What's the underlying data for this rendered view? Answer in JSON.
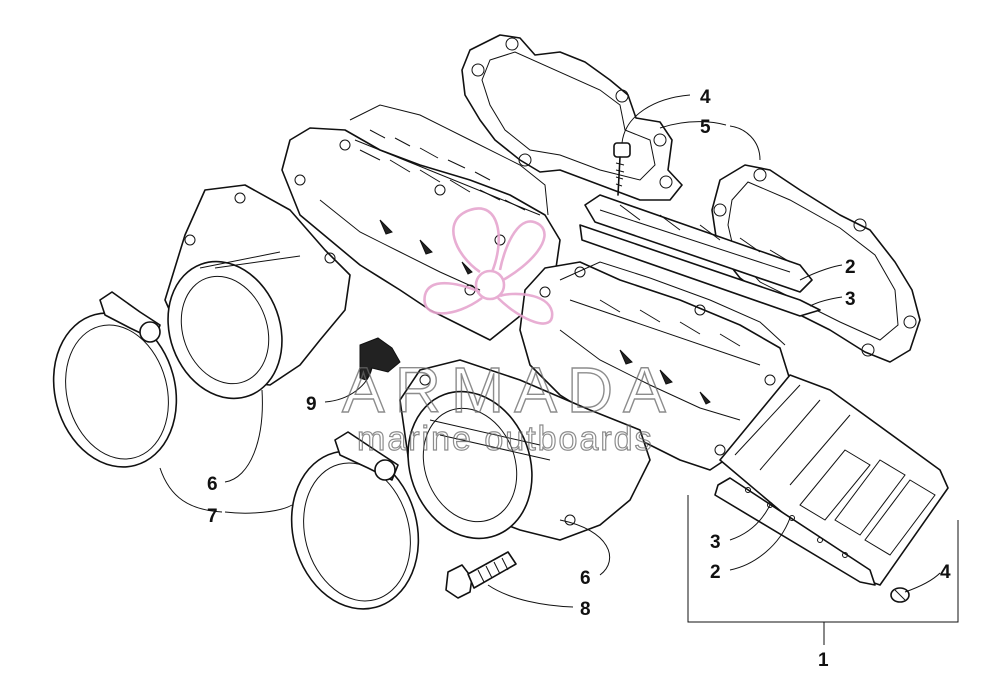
{
  "callouts": [
    {
      "id": "c1",
      "text": "1"
    },
    {
      "id": "c2a",
      "text": "2"
    },
    {
      "id": "c2b",
      "text": "2"
    },
    {
      "id": "c3a",
      "text": "3"
    },
    {
      "id": "c3b",
      "text": "3"
    },
    {
      "id": "c4a",
      "text": "4"
    },
    {
      "id": "c4b",
      "text": "4"
    },
    {
      "id": "c5",
      "text": "5"
    },
    {
      "id": "c6a",
      "text": "6"
    },
    {
      "id": "c6b",
      "text": "6"
    },
    {
      "id": "c7",
      "text": "7"
    },
    {
      "id": "c8",
      "text": "8"
    },
    {
      "id": "c9",
      "text": "9"
    }
  ],
  "watermark": {
    "title": "ARMADA",
    "subtitle": "marine outboards",
    "logo_icon": "propeller-icon",
    "logo_color": "#e6a6cf"
  }
}
